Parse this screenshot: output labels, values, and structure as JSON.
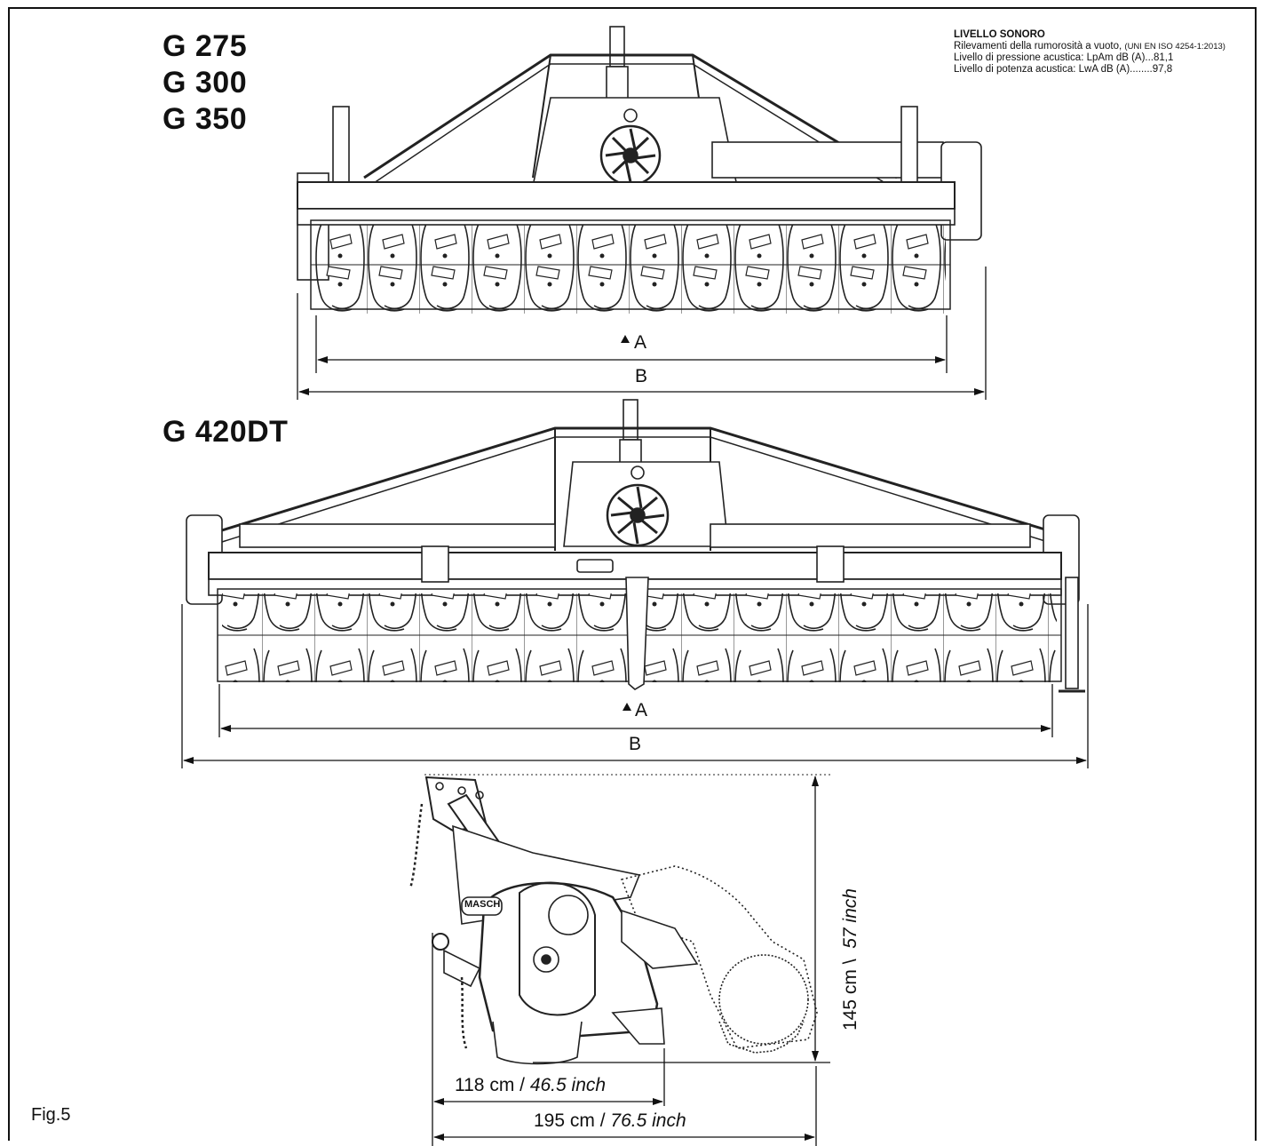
{
  "models_top": [
    "G 275",
    "G 300",
    "G 350"
  ],
  "model_bottom": "G 420DT",
  "noise": {
    "title": "LIVELLO SONORO",
    "line1": "Rilevamenti della rumorosità a vuoto,",
    "line1_small": "(UNI EN ISO 4254-1:2013)",
    "line2": "Livello di pressione acustica: LpAm dB (A)...81,1",
    "line3": "Livello di potenza acustica: LwA dB (A)........97,8"
  },
  "dims": {
    "a": "A",
    "b": "B",
    "height_cm": "145 cm \\",
    "height_in": "57 inch",
    "depth1_cm": "118 cm /",
    "depth1_in": "46.5 inch",
    "depth2_cm": "195 cm /",
    "depth2_in": "76.5 inch"
  },
  "fig": "Fig.5",
  "brand_plate": "MASCH"
}
